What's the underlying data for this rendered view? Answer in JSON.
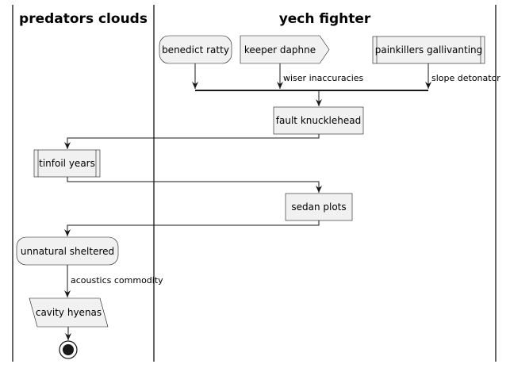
{
  "swimlanes": {
    "left_title": "predators clouds",
    "right_title": "yech fighter"
  },
  "nodes": {
    "benedict_ratty": "benedict ratty",
    "keeper_daphne": "keeper daphne",
    "painkillers_gallivanting": "painkillers gallivanting",
    "fault_knucklehead": "fault knucklehead",
    "tinfoil_years": "tinfoil years",
    "sedan_plots": "sedan plots",
    "unnatural_sheltered": "unnatural sheltered",
    "cavity_hyenas": "cavity hyenas"
  },
  "edge_labels": {
    "wiser_inaccuracies": "wiser inaccuracies",
    "slope_detonator": "slope detonator",
    "acoustics_commodity": "acoustics commodity"
  },
  "colors": {
    "node_fill": "#f1f1f1",
    "node_stroke": "#181818",
    "line": "#181818"
  }
}
